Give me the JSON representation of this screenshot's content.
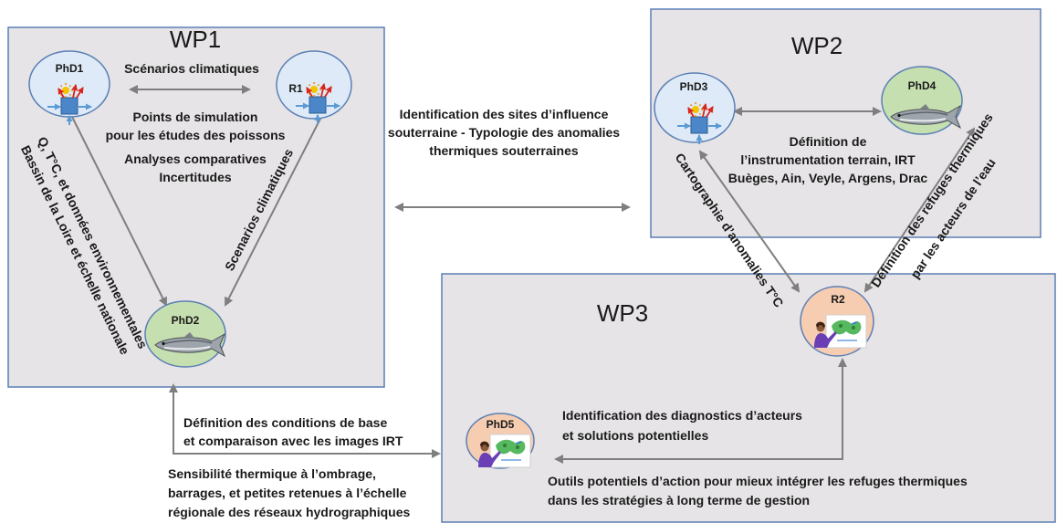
{
  "wp1": {
    "title": "WP1",
    "phd1": "PhD1",
    "r1": "R1",
    "phd2": "PhD2",
    "scenarios": "Scénarios climatiques",
    "points_1": "Points de simulation",
    "points_2": "pour les études des poissons",
    "analyses_1": "Analyses comparatives",
    "analyses_2": "Incertitudes",
    "scenarios_diag": "Scenarios climatiques",
    "left_diag_1": "Q, T°C, et données environnementales",
    "left_diag_2": "Bassin de la Loire  et échelle nationale"
  },
  "wp2": {
    "title": "WP2",
    "phd3": "PhD3",
    "phd4": "PhD4",
    "def_1": "Définition de",
    "def_2": "l’instrumentation terrain, IRT",
    "def_3": "Buèges, Ain, Veyle, Argens, Drac"
  },
  "wp3": {
    "title": "WP3",
    "r2": "R2",
    "phd5": "PhD5",
    "ident_1": "Identification des diagnostics d’acteurs",
    "ident_2": "et solutions potentielles",
    "outils_1": "Outils potentiels d’action pour mieux intégrer les refuges thermiques",
    "outils_2": "dans les stratégies à long terme de gestion"
  },
  "center": {
    "line_1": "Identification des sites d’influence",
    "line_2": "souterraine - Typologie des anomalies",
    "line_3": "thermiques souterraines"
  },
  "diag": {
    "carto": "Cartographie d’anomalies T°C",
    "refuges_1": "Définition des refuges thermiques",
    "refuges_2": "par les acteurs de l’eau"
  },
  "bottom_left": {
    "def_1": "Définition des conditions de base",
    "def_2": "et comparaison  avec les images IRT",
    "sens_1": "Sensibilité thermique à l’ombrage,",
    "sens_2": "barrages, et petites retenues à l’échelle",
    "sens_3": "régionale des réseaux hydrographiques"
  },
  "colors": {
    "box_fill": "#e6e4e6",
    "box_border": "#5b7fb5",
    "blue_ellipse": "#deeaf7",
    "green_ellipse": "#c6dfb0",
    "orange_ellipse": "#f6cdb1",
    "arrow": "#7f7f7f"
  }
}
